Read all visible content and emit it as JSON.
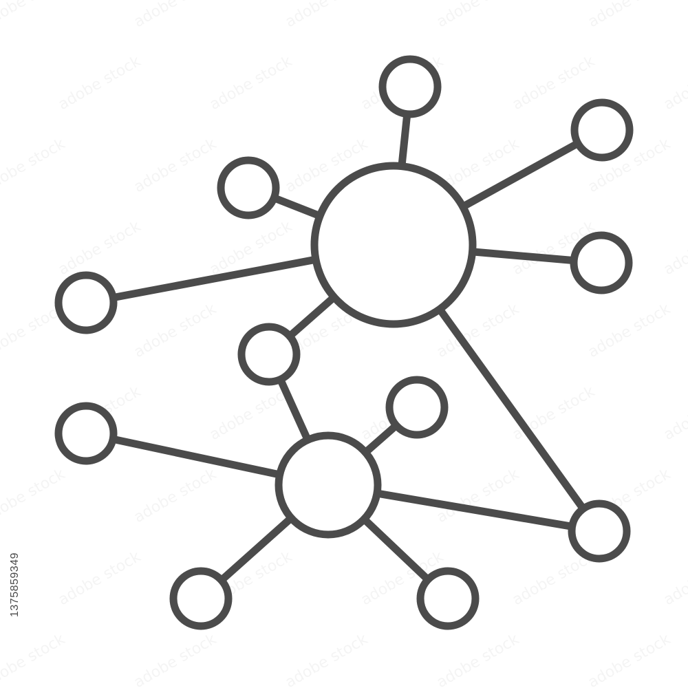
{
  "diagram": {
    "stroke_color": "#4b4b4b",
    "background_color": "#ffffff",
    "nodes": [
      {
        "id": "hub-large"
      },
      {
        "id": "hub-small"
      },
      {
        "id": "top"
      },
      {
        "id": "top-right"
      },
      {
        "id": "right"
      },
      {
        "id": "upper-left"
      },
      {
        "id": "far-left-upper"
      },
      {
        "id": "middle-link"
      },
      {
        "id": "far-left-lower"
      },
      {
        "id": "small-upper-right"
      },
      {
        "id": "bottom-right-corner"
      },
      {
        "id": "bottom-left"
      },
      {
        "id": "bottom-middle"
      }
    ],
    "edges": [
      {
        "from": "hub-large",
        "to": "top"
      },
      {
        "from": "hub-large",
        "to": "top-right"
      },
      {
        "from": "hub-large",
        "to": "right"
      },
      {
        "from": "hub-large",
        "to": "upper-left"
      },
      {
        "from": "hub-large",
        "to": "far-left-upper"
      },
      {
        "from": "hub-large",
        "to": "middle-link"
      },
      {
        "from": "hub-large",
        "to": "bottom-right-corner"
      },
      {
        "from": "middle-link",
        "to": "hub-small"
      },
      {
        "from": "hub-small",
        "to": "far-left-lower"
      },
      {
        "from": "hub-small",
        "to": "small-upper-right"
      },
      {
        "from": "hub-small",
        "to": "bottom-right-corner"
      },
      {
        "from": "hub-small",
        "to": "bottom-left"
      },
      {
        "from": "hub-small",
        "to": "bottom-middle"
      }
    ]
  },
  "stock_id": "1375859349",
  "watermark": {
    "text": "adobe stock"
  }
}
